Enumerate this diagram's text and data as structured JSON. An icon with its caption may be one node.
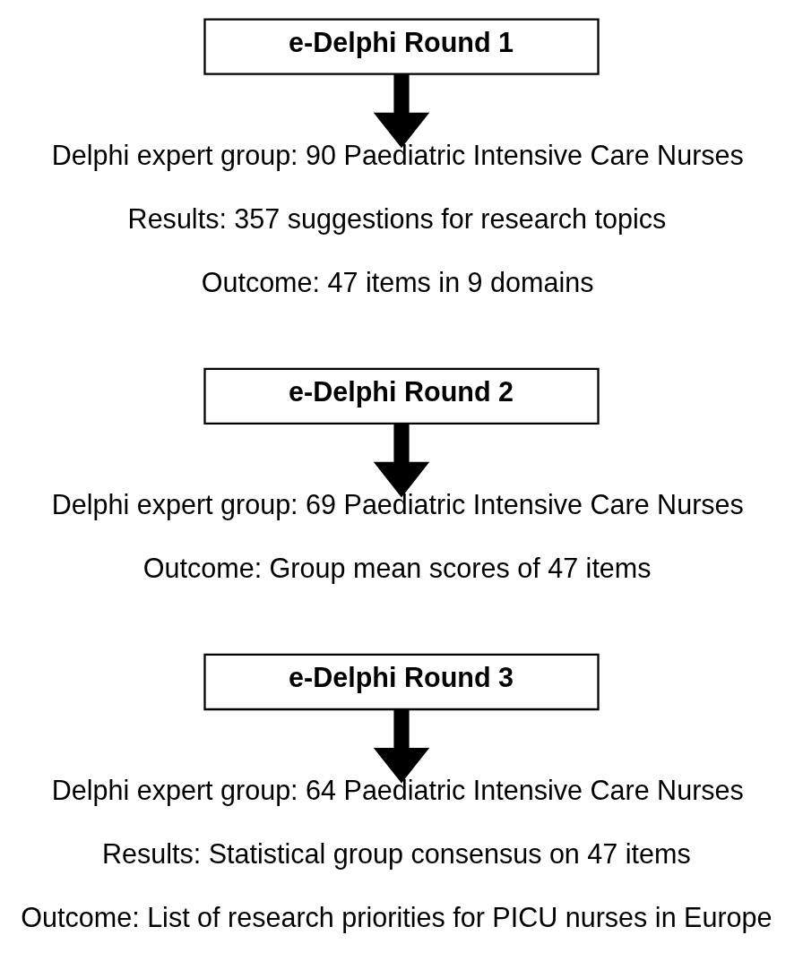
{
  "diagram": {
    "nodes": [
      {
        "text": [
          "e-Delphi Round 1"
        ]
      },
      {
        "text": [
          "Delphi expert group: 90 Paediatric Intensive Care Nurses",
          "Results: 357 suggestions for research topics",
          "Outcome: 47 items in 9 domains"
        ]
      },
      {
        "text": [
          "e-Delphi Round 2"
        ]
      },
      {
        "text": [
          "Delphi expert group: 69 Paediatric Intensive Care Nurses",
          "Outcome: Group mean scores of 47 items"
        ]
      },
      {
        "text": [
          "e-Delphi Round 3"
        ]
      },
      {
        "text": [
          "Delphi expert group: 64 Paediatric Intensive Care Nurses",
          "Results: Statistical group consensus on 47 items",
          "Outcome: List of research priorities for PICU nurses in Europe"
        ]
      }
    ],
    "edges": [
      {
        "from": 0,
        "to": 1,
        "arrow": "to"
      },
      {
        "from": 2,
        "to": 3,
        "arrow": "to"
      },
      {
        "from": 4,
        "to": 5,
        "arrow": "to"
      }
    ]
  }
}
